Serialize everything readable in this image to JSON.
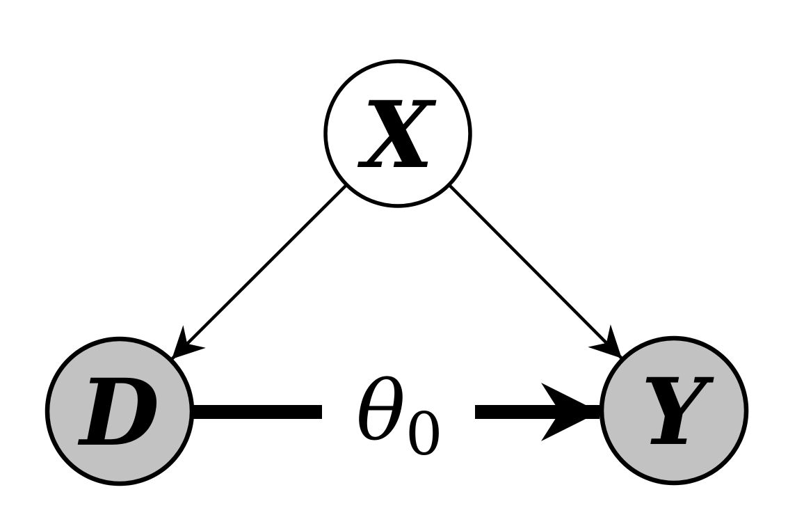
{
  "figure": {
    "type": "causal-dag-diagram",
    "background": "#ffffff",
    "colors": {
      "stroke": "#000000",
      "node_fill_gray": "#c2c2c2",
      "node_fill_white": "#ffffff"
    },
    "nodes": [
      {
        "id": "X",
        "label": "X",
        "fill": "#ffffff",
        "role": "confounder",
        "position": "top-center"
      },
      {
        "id": "D",
        "label": "D",
        "fill": "#c2c2c2",
        "role": "treatment",
        "position": "bottom-left"
      },
      {
        "id": "Y",
        "label": "Y",
        "fill": "#c2c2c2",
        "role": "outcome",
        "position": "bottom-right"
      }
    ],
    "edges": [
      {
        "from": "X",
        "to": "D",
        "style": "thin-arrow"
      },
      {
        "from": "X",
        "to": "Y",
        "style": "thin-arrow"
      },
      {
        "from": "D",
        "to": "Y",
        "style": "thick-arrow",
        "label_base": "θ",
        "label_subscript": "0"
      }
    ]
  }
}
